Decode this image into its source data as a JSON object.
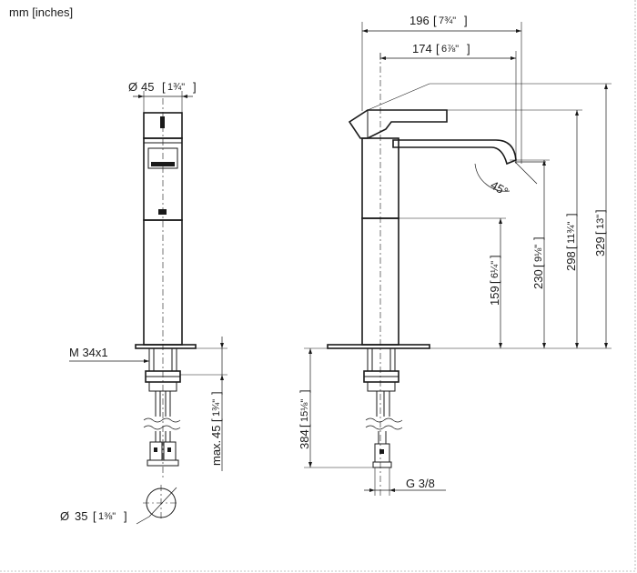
{
  "units_label": "mm [inches]",
  "dimensions": {
    "width_total": {
      "mm": "196",
      "inch": "7¾\""
    },
    "width_spout": {
      "mm": "174",
      "inch": "6⅞\""
    },
    "body_diameter": {
      "prefix": "Ø",
      "mm": "45",
      "inch": "1¾\""
    },
    "thread": "M 34x1",
    "max_depth": {
      "prefix": "max.",
      "mm": "45",
      "inch": "1¾\""
    },
    "hole_diameter": {
      "prefix": "Ø",
      "mm": "35",
      "inch": "1⅜\""
    },
    "hose_length": {
      "mm": "384",
      "inch": "15⅛\""
    },
    "connection": "G 3/8",
    "height_159": {
      "mm": "159",
      "inch": "6¼\""
    },
    "height_230": {
      "mm": "230",
      "inch": "9⅛\""
    },
    "height_298": {
      "mm": "298",
      "inch": "11¾\""
    },
    "height_329": {
      "mm": "329",
      "inch": "13\""
    },
    "lever_angle": "45°"
  }
}
